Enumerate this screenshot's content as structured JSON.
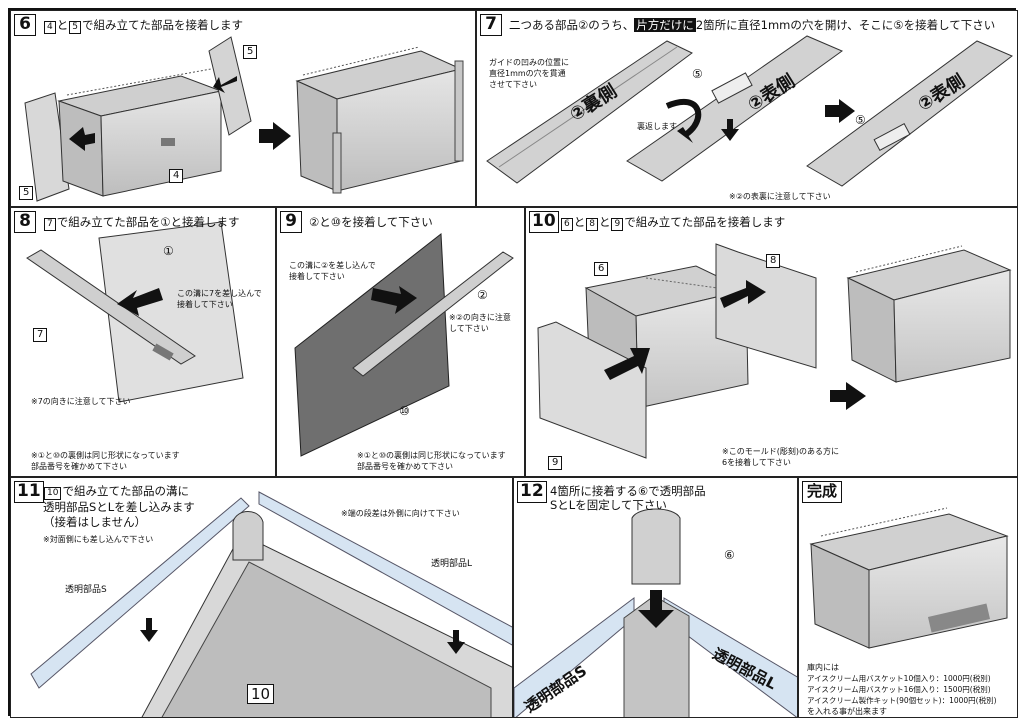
{
  "steps": {
    "s6": {
      "num": "6",
      "title": {
        "part1": "4",
        "mid": "と",
        "part2": "5",
        "rest": "で組み立てた部品を接着します"
      },
      "labels": {
        "five_top": "5",
        "five_bottom": "5",
        "four": "4"
      }
    },
    "s7": {
      "num": "7",
      "title": {
        "pre": "二つある部品②のうち、",
        "highlight": "片方だけに",
        "post": "2箇所に直径1mmの穴を開け、そこに⑤を接着して下さい"
      },
      "notes": {
        "guide": "ガイドの凹みの位置に\n直径1mmの穴を貫通\nさせて下さい",
        "flip": "裏返します",
        "caution": "※②の表裏に注意して下さい"
      },
      "labels": {
        "back": "②裏側",
        "front1": "②表側",
        "front2": "②表側",
        "five1": "⑤",
        "five2": "⑤"
      }
    },
    "s8": {
      "num": "8",
      "title": {
        "part1": "7",
        "rest": "で組み立てた部品を①と接着します"
      },
      "notes": {
        "groove": "この溝に7を差し込んで\n接着して下さい",
        "orient": "※7の向きに注意して下さい",
        "same": "※①と⑩の裏側は同じ形状になっています\n部品番号を確かめて下さい"
      },
      "labels": {
        "one": "①",
        "seven": "7"
      }
    },
    "s9": {
      "num": "9",
      "title": {
        "rest": "②と⑩を接着して下さい"
      },
      "notes": {
        "groove": "この溝に②を差し込んで\n接着して下さい",
        "orient": "※②の向きに注意\nして下さい",
        "same": "※①と⑩の裏側は同じ形状になっています\n部品番号を確かめて下さい"
      },
      "labels": {
        "two": "②",
        "ten": "⑩"
      }
    },
    "s10": {
      "num": "10",
      "title": {
        "part1": "6",
        "mid1": "と",
        "part2": "8",
        "mid2": "と",
        "part3": "9",
        "rest": "で組み立てた部品を接着します"
      },
      "notes": {
        "mold": "※このモールド(彫刻)のある方に\n6を接着して下さい"
      },
      "labels": {
        "six": "6",
        "eight": "8",
        "nine": "9"
      }
    },
    "s11": {
      "num": "11",
      "title": {
        "part1": "10",
        "line1": "で組み立てた部品の溝に",
        "line2": "透明部品SとLを差し込みます",
        "line3": "（接着はしません）"
      },
      "notes": {
        "opposite": "※対面側にも差し込んで下さい",
        "step": "※端の段差は外側に向けて下さい"
      },
      "labels": {
        "s": "透明部品S",
        "l": "透明部品L",
        "ten": "10"
      }
    },
    "s12": {
      "num": "12",
      "title": {
        "line1": "4箇所に接着する⑥で透明部品",
        "line2": "SとLを固定して下さい"
      },
      "labels": {
        "six": "⑥",
        "s_big": "透明部品S",
        "l_big": "透明部品L"
      }
    },
    "done": {
      "title": "完成",
      "inside": "庫内には",
      "items": [
        "アイスクリーム用バスケット10個入り：1000円(税別)",
        "アイスクリーム用バスケット16個入り：1500円(税別)",
        "アイスクリーム製作キット(90個セット)：1000円(税別)"
      ],
      "closing": "を入れる事が出来ます"
    }
  }
}
